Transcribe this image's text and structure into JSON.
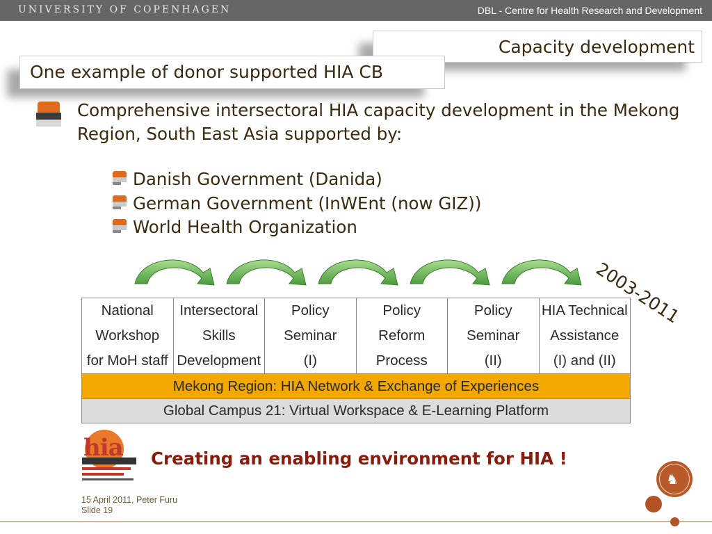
{
  "header": {
    "university": "UNIVERSITY OF COPENHAGEN",
    "department": "DBL - Centre for Health Research and Development"
  },
  "slide": {
    "title": "Capacity development",
    "subtitle": "One example of donor supported HIA CB",
    "main_bullet": "Comprehensive intersectoral HIA capacity development in the Mekong Region, South East Asia supported by:",
    "sub_bullets": [
      "Danish Government (Danida)",
      "German Government (InWEnt (now GIZ))",
      "World Health Organization"
    ],
    "years": "2003-2011",
    "tagline": "Creating an enabling environment for HIA !"
  },
  "diagram": {
    "steps": [
      {
        "l1": "National",
        "l2": "Workshop",
        "l3": "for MoH staff"
      },
      {
        "l1": "Intersectoral",
        "l2": "Skills",
        "l3": "Development"
      },
      {
        "l1": "Policy",
        "l2": "Seminar",
        "l3": "(I)"
      },
      {
        "l1": "Policy",
        "l2": "Reform",
        "l3": "Process"
      },
      {
        "l1": "Policy",
        "l2": "Seminar",
        "l3": "(II)"
      },
      {
        "l1": "HIA Technical",
        "l2": "Assistance",
        "l3": "(I) and (II)"
      }
    ],
    "network_bar": "Mekong Region: HIA Network & Exchange of Experiences",
    "platform_bar": "Global Campus 21: Virtual Workspace & E-Learning Platform"
  },
  "footer": {
    "date_author": "15 April 2011, Peter Furu",
    "slide_number": "Slide 19"
  },
  "colors": {
    "header_bar": "#666666",
    "text_brown": "#3a2a0f",
    "tagline_red": "#8a1c0d",
    "network_orange": "#f2a800",
    "platform_grey": "#dcdcdc",
    "arrow_green": "#6fbf5e"
  }
}
